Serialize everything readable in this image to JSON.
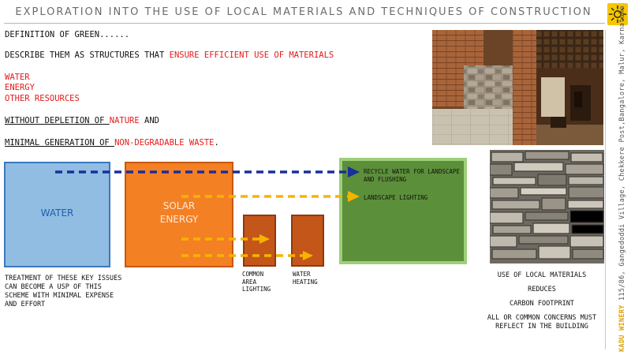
{
  "header": {
    "title": "EXPLORATION INTO THE USE OF LOCAL MATERIALS AND TECHNIQUES OF CONSTRUCTION",
    "logo_icon": "sun-icon",
    "accent_color": "#f6c600"
  },
  "sidebar": {
    "brand": "KADU WINERY",
    "address": " 115/86, Gangedoddi Village, Chekkere Post,Bangalore, Malur, Karnataka"
  },
  "definition": {
    "line1": "DEFINITION OF GREEN......",
    "line2_prefix": "DESCRIBE THEM AS STRUCTURES THAT ",
    "line2_highlight": "ENSURE EFFICIENT USE OF MATERIALS",
    "resources": [
      "WATER",
      "ENERGY",
      "OTHER RESOURCES"
    ],
    "line3_prefix": "WITHOUT DEPLETION OF ",
    "line3_highlight": "NATURE",
    "line3_suffix": " AND",
    "line4_prefix": "MINIMAL GENERATION OF ",
    "line4_highlight": "NON-DEGRADABLE WASTE",
    "line4_suffix": "."
  },
  "diagram": {
    "water_label": "WATER",
    "solar_label_1": "SOLAR",
    "solar_label_2": "ENERGY",
    "common_label": "COMMON\nAREA\nLIGHTING",
    "heating_label": "WATER\nHEATING",
    "recycle_label": "RECYCLE WATER FOR LANDSCAPE AND FLUSHING",
    "landscape_label": "LANDSCAPE LIGHTING",
    "colors": {
      "water_arrow": "#1a2e9c",
      "solar_arrow": "#f5b400",
      "water_box": "#91bde3",
      "solar_box": "#f48024",
      "green_box": "#5c8f3a"
    }
  },
  "notes": {
    "left": "TREATMENT OF THESE KEY ISSUES CAN BECOME A USP OF THIS SCHEME WITH MINIMAL EXPENSE AND EFFORT",
    "right_1": "USE OF LOCAL MATERIALS",
    "right_2": "REDUCES",
    "right_3": "CARBON FOOTPRINT",
    "right_4": "ALL OR COMMON CONCERNS MUST REFLECT IN THE BUILDING"
  }
}
